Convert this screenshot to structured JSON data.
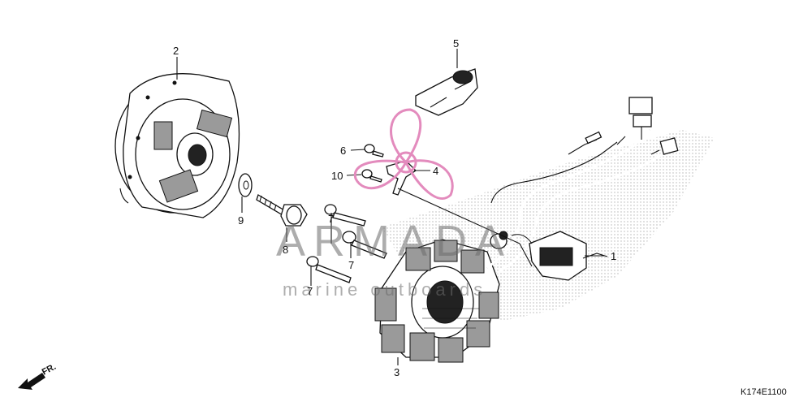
{
  "callouts": [
    "1",
    "2",
    "3",
    "4",
    "5",
    "6",
    "7",
    "7",
    "7",
    "8",
    "9",
    "10"
  ],
  "watermark": {
    "brand": "ARMADA",
    "tagline": "marine outboards",
    "color": "#e38bbd"
  },
  "diagram_code": "K174E1100",
  "direction_label": "FR."
}
